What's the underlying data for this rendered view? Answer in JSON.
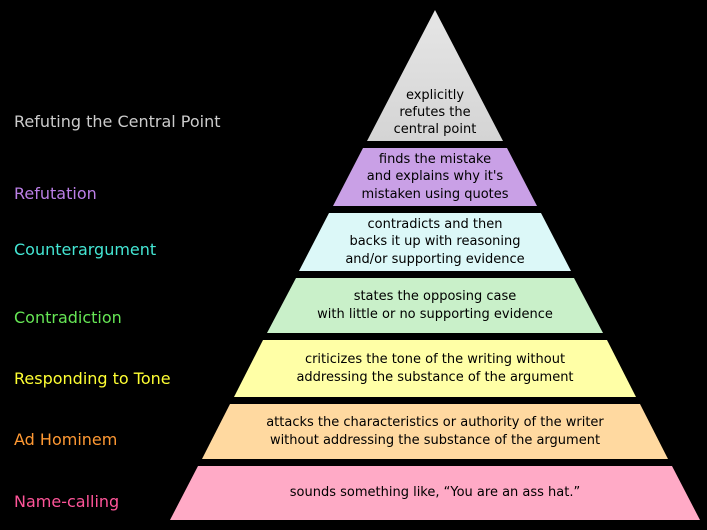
{
  "diagram": {
    "background_color": "#000000",
    "description_text_color": "#000000"
  },
  "layers": [
    {
      "label": "Refuting the Central Point",
      "label_color": "#cccccc",
      "fill": "#d9d9d9",
      "description": [
        "explicitly",
        "refutes the",
        "central point"
      ]
    },
    {
      "label": "Refutation",
      "label_color": "#bb7fe6",
      "fill": "#c9a0e6",
      "description": [
        "finds the mistake",
        "and explains why it's",
        "mistaken using quotes"
      ]
    },
    {
      "label": "Counterargument",
      "label_color": "#44e6d4",
      "fill": "#dcf8f8",
      "description": [
        "contradicts and then",
        "backs it up with reasoning",
        "and/or supporting evidence"
      ]
    },
    {
      "label": "Contradiction",
      "label_color": "#66e655",
      "fill": "#c9f0c9",
      "description": [
        "states the opposing case",
        "with little or no supporting evidence"
      ]
    },
    {
      "label": "Responding to Tone",
      "label_color": "#ffff33",
      "fill": "#ffffa6",
      "description": [
        "criticizes the tone of the writing without",
        "addressing the substance of the argument"
      ]
    },
    {
      "label": "Ad Hominem",
      "label_color": "#ff9933",
      "fill": "#ffd9a0",
      "description": [
        "attacks the characteristics or authority of the writer",
        "without addressing the substance of the argument"
      ]
    },
    {
      "label": "Name-calling",
      "label_color": "#ff5599",
      "fill": "#ffaac6",
      "description": [
        "sounds something like, “You are an ass hat.”"
      ]
    }
  ]
}
